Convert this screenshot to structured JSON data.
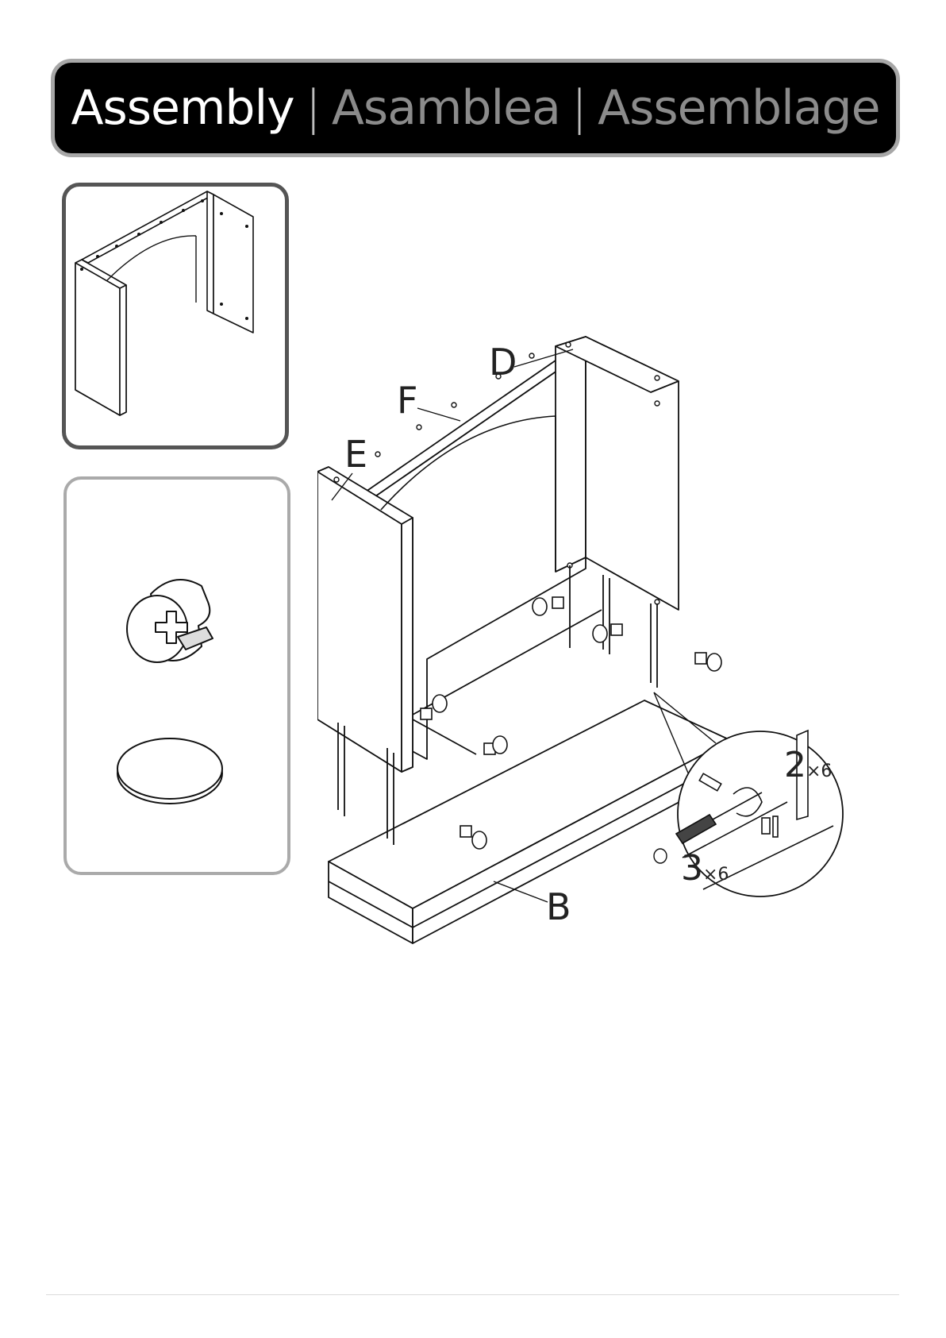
{
  "header": {
    "title_en": "Assembly",
    "separator": "|",
    "title_es": "Asamblea",
    "title_fr": "Assemblage"
  },
  "labels": {
    "part_d": "D",
    "part_f": "F",
    "part_e": "E",
    "part_b": "B"
  },
  "callouts": {
    "hardware_2_num": "2",
    "hardware_2_qty": "×6",
    "hardware_3_num": "3",
    "hardware_3_qty": "×6"
  },
  "icons": {
    "preview": "assembled-frame-preview",
    "cam_lock": "cam-lock-icon",
    "cam_cover": "cam-cover-cap-icon",
    "screwdriver": "screwdriver-icon"
  },
  "colors": {
    "header_bg": "#000000",
    "header_border": "#a7a7a7",
    "title_primary": "#ffffff",
    "title_secondary": "#8b8b8b"
  }
}
